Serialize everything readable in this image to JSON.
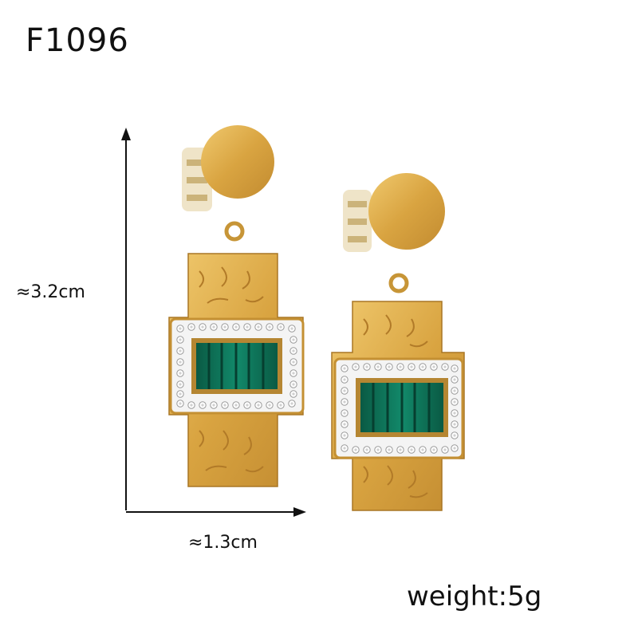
{
  "product": {
    "sku": "F1096",
    "height_label": "≈3.2cm",
    "width_label": "≈1.3cm",
    "weight_label": "weight:5g"
  },
  "colors": {
    "gold": "#d9a441",
    "gold_light": "#efc76a",
    "gold_dark": "#b7832a",
    "stone": "#0f7a5a",
    "stone_dark": "#0a4f3c",
    "crystal": "#f2f2f2"
  },
  "icons": [
    "vertical-dimension-arrow",
    "horizontal-dimension-arrow"
  ]
}
